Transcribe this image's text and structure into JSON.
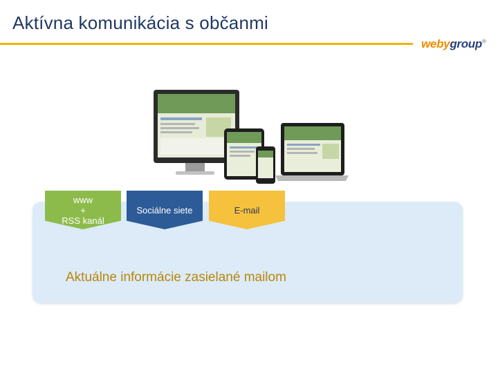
{
  "header": {
    "title": "Aktívna komunikácia s občanmi",
    "logo_part1": "weby",
    "logo_part2": "group",
    "logo_mark": "®"
  },
  "channels": [
    {
      "line1": "www",
      "line2": "+",
      "line3": "RSS kanál",
      "color": "#8dbb4b"
    },
    {
      "label": "Sociálne siete",
      "color": "#2c5b97"
    },
    {
      "label": "E-mail",
      "color": "#f6c13c"
    }
  ],
  "panel": {
    "text": "Aktuálne informácie zasielané mailom"
  },
  "colors": {
    "title": "#1f3864",
    "rule": "#f0b400",
    "panel_bg": "#dcebf7",
    "panel_text": "#b8860b"
  }
}
